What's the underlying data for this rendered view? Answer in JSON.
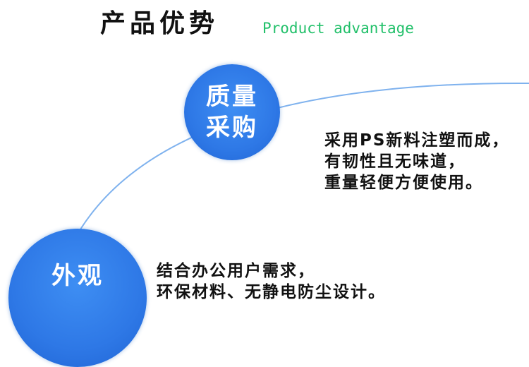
{
  "header": {
    "title_cn": "产品优势",
    "title_en": "Product advantage"
  },
  "features": [
    {
      "badge_line1": "质量",
      "badge_line2": "采购",
      "lines": [
        "采用PS新料注塑而成，",
        "有韧性且无味道，",
        "重量轻便方便使用。"
      ]
    },
    {
      "badge_line1": "外观",
      "lines": [
        "结合办公用户需求，",
        "环保材料、无静电防尘设计。"
      ]
    }
  ],
  "colors": {
    "accent_blue": "#2e78e6",
    "accent_green": "#22c06a",
    "arc_line": "#7fb2ee",
    "text": "#111111"
  }
}
